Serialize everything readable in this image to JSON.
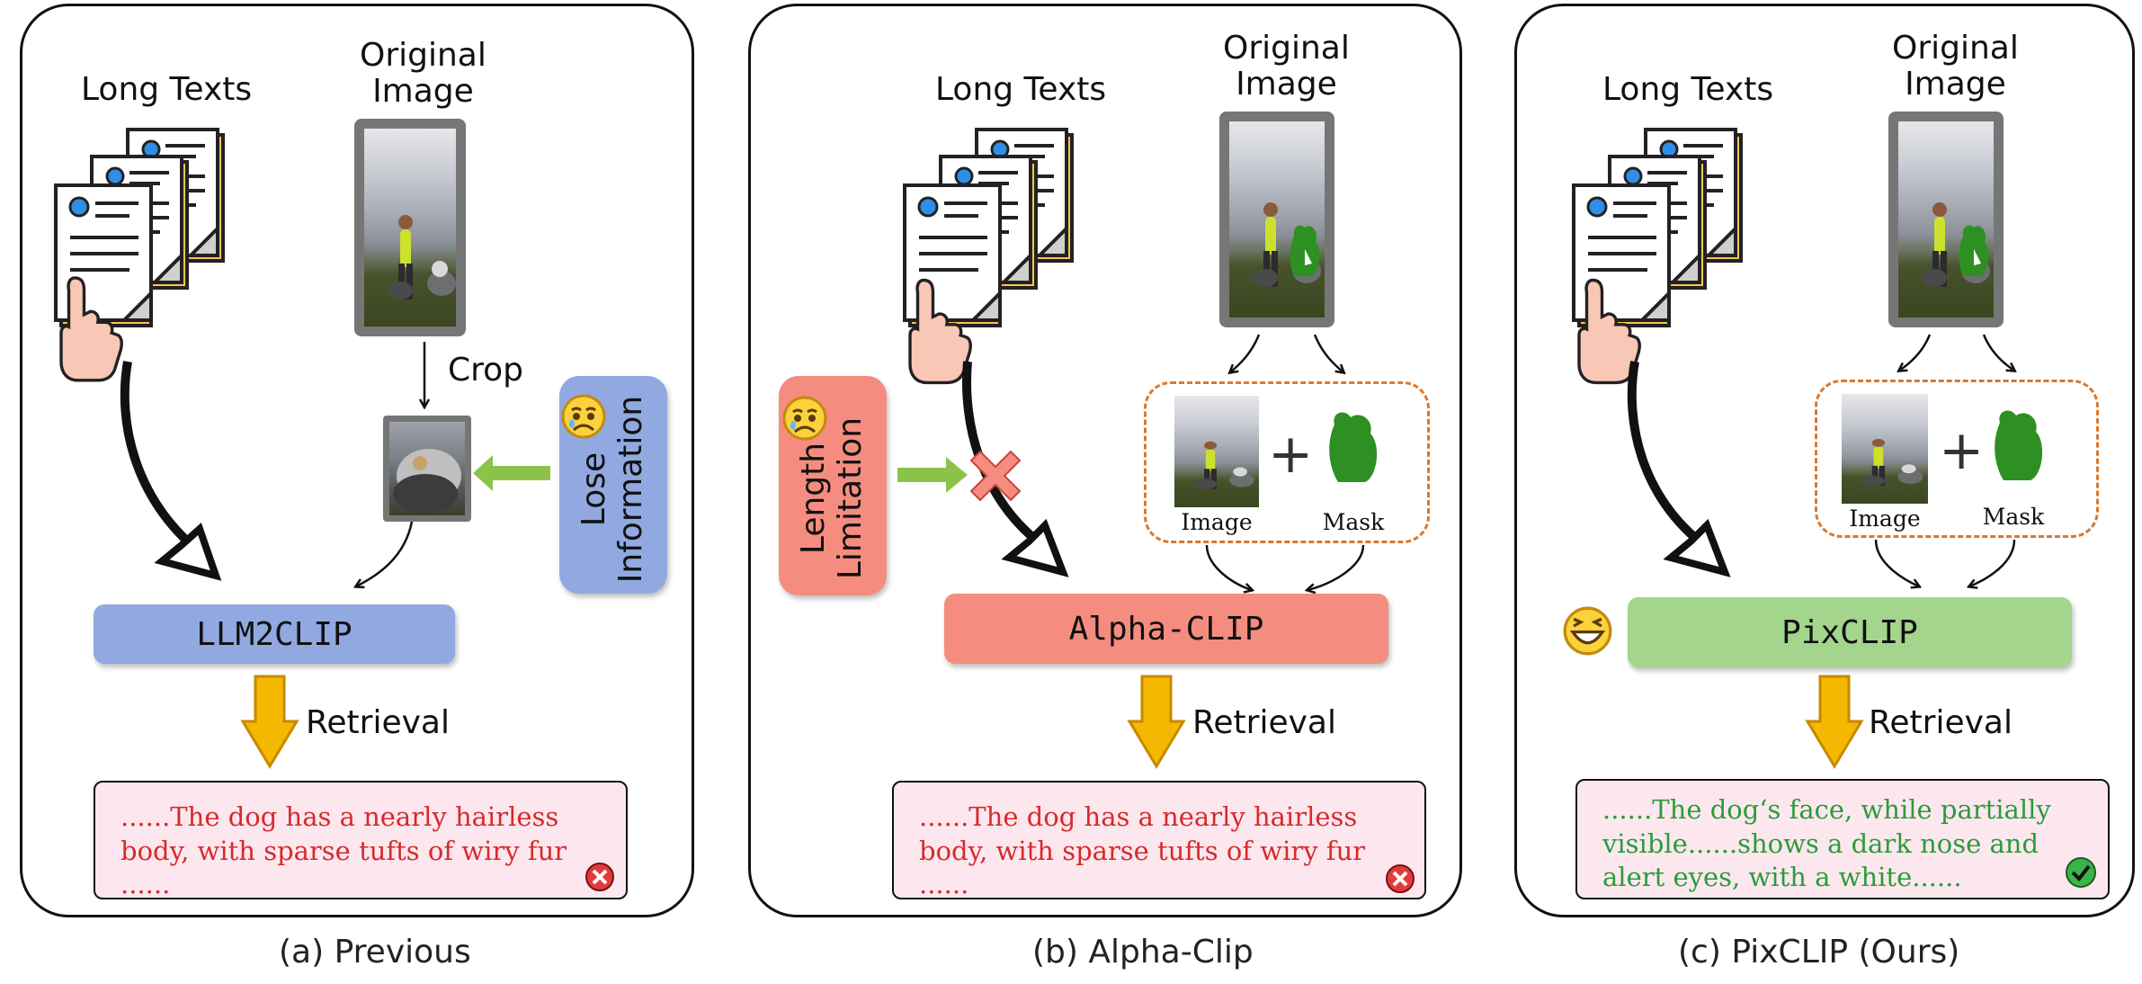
{
  "panels": [
    {
      "id": "a",
      "long_texts": "Long Texts",
      "original_image": [
        "Original",
        "Image"
      ],
      "crop": "Crop",
      "side_label": [
        "Lose",
        "Information"
      ],
      "model": "LLM2CLIP",
      "retrieval": "Retrieval",
      "result": "......The dog has a nearly hairless body, with sparse tufts of wiry fur ......",
      "caption": "(a) Previous"
    },
    {
      "id": "b",
      "long_texts": "Long Texts",
      "original_image": [
        "Original",
        "Image"
      ],
      "side_label": [
        "Length",
        "Limitation"
      ],
      "image_label": "Image",
      "mask_label": "Mask",
      "model": "Alpha-CLIP",
      "retrieval": "Retrieval",
      "result": "......The dog has a nearly hairless body, with sparse tufts of wiry fur ......",
      "caption": "(b) Alpha-Clip"
    },
    {
      "id": "c",
      "long_texts": "Long Texts",
      "original_image": [
        "Original",
        "Image"
      ],
      "image_label": "Image",
      "mask_label": "Mask",
      "model": "PixCLIP",
      "retrieval": "Retrieval",
      "result": "......The dog‘s face, while partially visible......shows a dark nose and alert eyes, with a white......",
      "caption": "(c) PixCLIP  (Ours)"
    }
  ],
  "colors": {
    "llm2clip": "#91a9e0",
    "alpha_clip": "#f58c80",
    "pixclip": "#a3d58c",
    "result_bg": "#fde7ef",
    "wrong_text": "#d62a2a",
    "right_text": "#2a9c3a",
    "retrieval_arrow": "#f5b800",
    "mask_green": "#2e8f22",
    "dash_border": "#d9792e"
  },
  "icons": {
    "documents": "document-stack-icon",
    "pointing_hand": "pointing-hand-icon",
    "wrong": "x-circle-icon",
    "right": "check-circle-icon",
    "sad_face": "sad-face-emoji",
    "happy_face": "happy-face-emoji",
    "blocked": "red-cross-icon"
  }
}
